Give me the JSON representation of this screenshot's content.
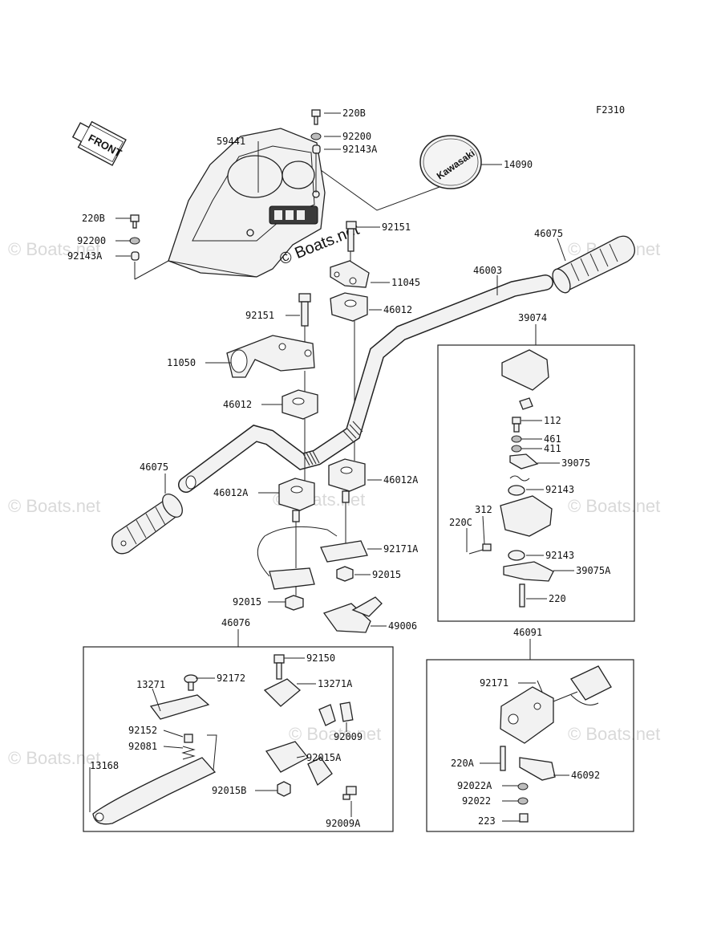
{
  "figure_id": "F2310",
  "front_arrow_text": "FRONT",
  "emblem_text": "Kawasaki",
  "copyright_text": "© Boats.net",
  "watermark_text": "© Boats.net",
  "labels": {
    "l_220B_top": "220B",
    "l_92200_top": "92200",
    "l_92143A_top": "92143A",
    "l_59441": "59441",
    "l_14090": "14090",
    "l_220B_left": "220B",
    "l_92200_left": "92200",
    "l_92143A_left": "92143A",
    "l_92151_top": "92151",
    "l_46075_right": "46075",
    "l_11045": "11045",
    "l_46003": "46003",
    "l_46012_top": "46012",
    "l_92151_mid": "92151",
    "l_39074": "39074",
    "l_11050": "11050",
    "l_46012_mid": "46012",
    "l_112": "112",
    "l_461": "461",
    "l_411": "411",
    "l_39075": "39075",
    "l_46075_left": "46075",
    "l_92143_a": "92143",
    "l_46012A_left": "46012A",
    "l_46012A_right": "46012A",
    "l_312": "312",
    "l_220C": "220C",
    "l_92171A": "92171A",
    "l_92143_b": "92143",
    "l_92015_right": "92015",
    "l_39075A": "39075A",
    "l_220_r": "220",
    "l_92015_left": "92015",
    "l_49006": "49006",
    "l_46076": "46076",
    "l_46091": "46091",
    "l_92150": "92150",
    "l_92172": "92172",
    "l_13271": "13271",
    "l_13271A": "13271A",
    "l_92171": "92171",
    "l_92152": "92152",
    "l_92009": "92009",
    "l_92081": "92081",
    "l_92015A": "92015A",
    "l_220A": "220A",
    "l_13168": "13168",
    "l_46092": "46092",
    "l_92022A": "92022A",
    "l_92015B": "92015B",
    "l_92022": "92022",
    "l_92009A": "92009A",
    "l_223": "223"
  }
}
